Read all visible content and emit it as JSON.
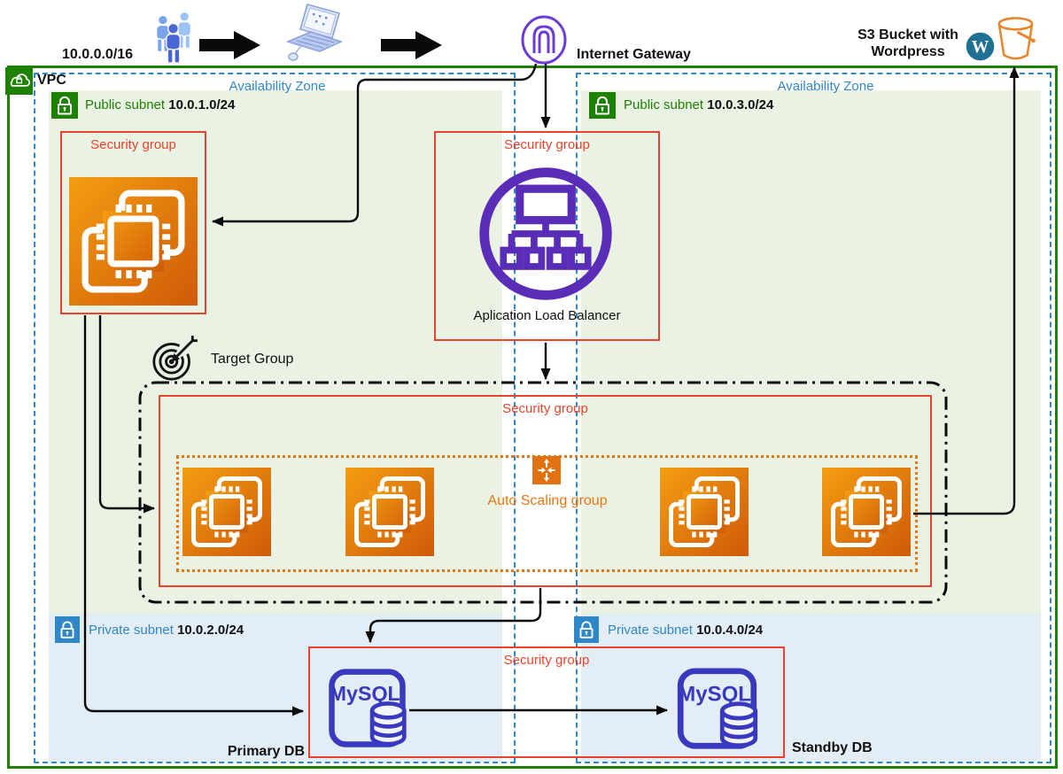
{
  "diagram": {
    "vpc": {
      "label": "VPC",
      "cidr": "10.0.0.0/16"
    },
    "internet_gateway_label": "Internet Gateway",
    "s3": {
      "line1": "S3 Bucket with",
      "line2": "Wordpress",
      "wordpress_initial": "W"
    },
    "availability_zones": [
      {
        "label": "Availability Zone"
      },
      {
        "label": "Availability Zone"
      }
    ],
    "subnets": {
      "public_1": {
        "label": "Public subnet",
        "cidr": "10.0.1.0/24"
      },
      "public_2": {
        "label": "Public subnet",
        "cidr": "10.0.3.0/24"
      },
      "private_1": {
        "label": "Private subnet",
        "cidr": "10.0.2.0/24"
      },
      "private_2": {
        "label": "Private subnet",
        "cidr": "10.0.4.0/24"
      }
    },
    "security_groups": {
      "bastion": "Security group",
      "alb": "Security group",
      "app": "Security group",
      "db": "Security group"
    },
    "alb_label": "Aplication Load Balancer",
    "target_group_label": "Target Group",
    "auto_scaling_label": "Auto Scaling group",
    "databases": {
      "engine": "MySQL",
      "primary": "Primary DB",
      "standby": "Standby DB"
    }
  },
  "icons": {
    "vpc": "vpc-cloud-icon",
    "public_subnet": "public-subnet-lock-icon",
    "private_subnet": "private-subnet-lock-icon",
    "users": "users-icon",
    "client": "laptop-icon",
    "gateway": "internet-gateway-icon",
    "bucket": "s3-bucket-icon",
    "wordpress": "wordpress-icon",
    "ec2": "ec2-instance-icon",
    "alb": "application-load-balancer-icon",
    "target": "target-group-icon",
    "autoscaling": "auto-scaling-icon",
    "mysql": "mysql-database-icon"
  },
  "colors": {
    "vpc_border": "#1d8102",
    "az_border": "#2f87c8",
    "security_group": "#e8432c",
    "asg_border": "#e87511",
    "public_subnet_bg": "#eaf2e4",
    "private_subnet_bg": "#e3edf6",
    "ec2_gradient_start": "#f49d12",
    "ec2_gradient_end": "#cf5a08",
    "alb_purple": "#5a2db8",
    "gateway_purple": "#6a3bd8",
    "mysql_blue": "#3939c0",
    "bucket_orange": "#e8862d",
    "wordpress_blue": "#1f7093",
    "arrow_black": "#0a0a0a"
  }
}
